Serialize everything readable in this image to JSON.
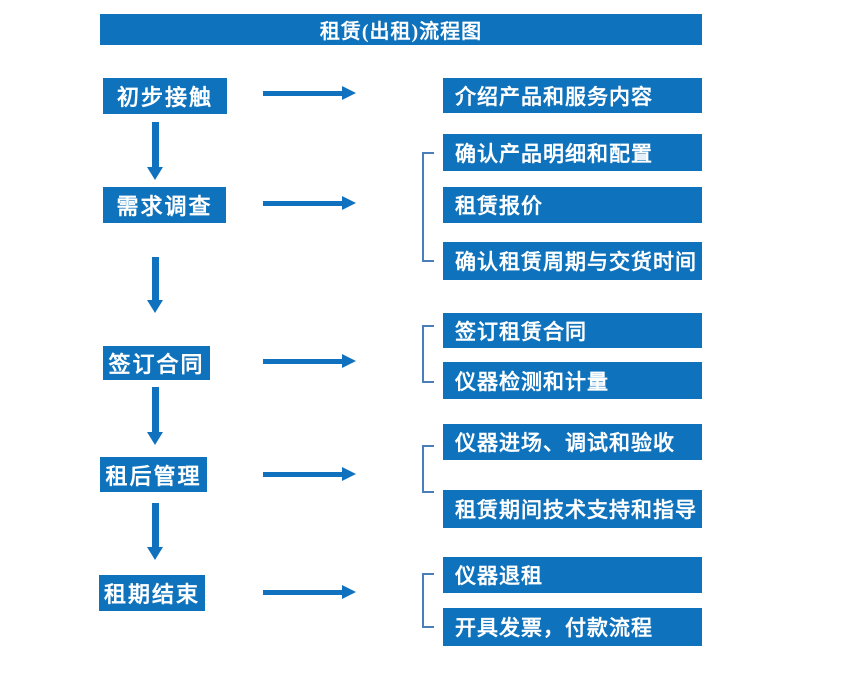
{
  "title": "租赁(出租)流程图",
  "colors": {
    "box_fill": "#0e72bc",
    "arrow": "#1072be",
    "bracket": "#4a7ebb",
    "text": "#ffffff",
    "background": "#ffffff"
  },
  "stages": [
    {
      "label": "初步接触"
    },
    {
      "label": "需求调查"
    },
    {
      "label": "签订合同"
    },
    {
      "label": "租后管理"
    },
    {
      "label": "租期结束"
    }
  ],
  "details": [
    {
      "items": [
        "介绍产品和服务内容"
      ]
    },
    {
      "items": [
        "确认产品明细和配置",
        "租赁报价",
        "确认租赁周期与交货时间"
      ]
    },
    {
      "items": [
        "签订租赁合同",
        "仪器检测和计量"
      ]
    },
    {
      "items": [
        "仪器进场、调试和验收",
        "租赁期间技术支持和指导"
      ]
    },
    {
      "items": [
        "仪器退租",
        "开具发票，付款流程"
      ]
    }
  ]
}
